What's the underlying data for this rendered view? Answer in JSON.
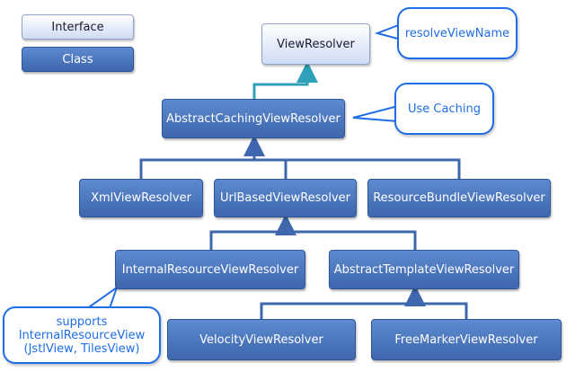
{
  "legend": {
    "interface_label": "Interface",
    "class_label": "Class"
  },
  "nodes": {
    "view_resolver": "ViewResolver",
    "abstract_caching_view_resolver": "AbstractCachingViewResolver",
    "xml_view_resolver": "XmlViewResolver",
    "url_based_view_resolver": "UrlBasedViewResolver",
    "resource_bundle_view_resolver": "ResourceBundleViewResolver",
    "internal_resource_view_resolver": "InternalResourceViewResolver",
    "abstract_template_view_resolver": "AbstractTemplateViewResolver",
    "velocity_view_resolver": "VelocityViewResolver",
    "freemarker_view_resolver": "FreeMarkerViewResolver"
  },
  "notes": {
    "resolve_view_name": "resolveViewName",
    "use_caching": "Use Caching",
    "supports_line1": "supports",
    "supports_line2": "InternalResourceView",
    "supports_line3": "(JstlView, TilesView)"
  },
  "colors": {
    "interface_fill": "#dbe5f6",
    "class_fill": "#4a76bf",
    "note_border": "#1f6ee8",
    "interface_arrow": "#2ea0b8",
    "class_arrow": "#3e67ad"
  }
}
